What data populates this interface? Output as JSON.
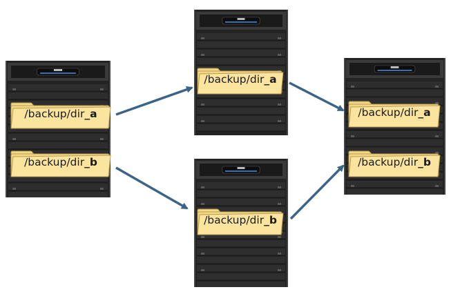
{
  "colors": {
    "arrow": "#3c6487",
    "folder_fill": "#fbe49d",
    "folder_stroke": "#b89a4e",
    "server_body": "#232323",
    "server_panel": "#2e2e2e"
  },
  "icons": {
    "server": "storage-server-icon",
    "folder": "folder-icon",
    "arrow": "replication-arrow"
  },
  "servers": [
    {
      "id": "source",
      "folders": [
        {
          "prefix": "/backup/dir",
          "suffix": "_a"
        },
        {
          "prefix": "/backup/dir",
          "suffix": "_b"
        }
      ]
    },
    {
      "id": "middle-top",
      "folders": [
        {
          "prefix": "/backup/dir",
          "suffix": "_a"
        }
      ]
    },
    {
      "id": "middle-bottom",
      "folders": [
        {
          "prefix": "/backup/dir",
          "suffix": "_b"
        }
      ]
    },
    {
      "id": "destination",
      "folders": [
        {
          "prefix": "/backup/dir",
          "suffix": "_a"
        },
        {
          "prefix": "/backup/dir",
          "suffix": "_b"
        }
      ]
    }
  ]
}
